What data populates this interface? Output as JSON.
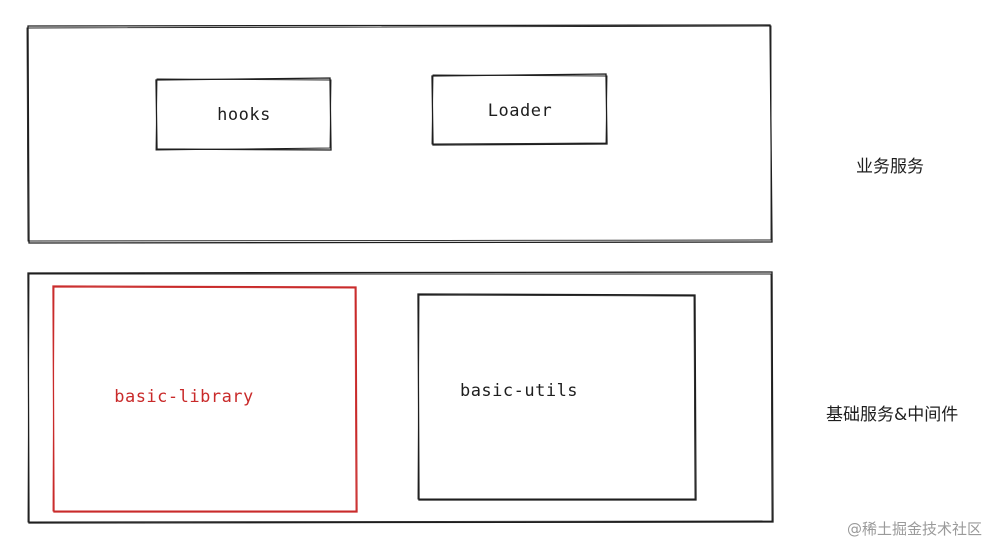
{
  "diagram": {
    "groups": [
      {
        "id": "business",
        "label": "业务服务",
        "children": [
          {
            "id": "hooks",
            "text": "hooks"
          },
          {
            "id": "loader",
            "text": "Loader"
          }
        ]
      },
      {
        "id": "infrastructure",
        "label": "基础服务&中间件",
        "children": [
          {
            "id": "basic-library",
            "text": "basic-library",
            "color": "#c92a2a"
          },
          {
            "id": "basic-utils",
            "text": "basic-utils"
          }
        ]
      }
    ],
    "stroke_color": "#1e1e1e",
    "accent_color": "#c92a2a"
  },
  "watermark": "@稀土掘金技术社区"
}
